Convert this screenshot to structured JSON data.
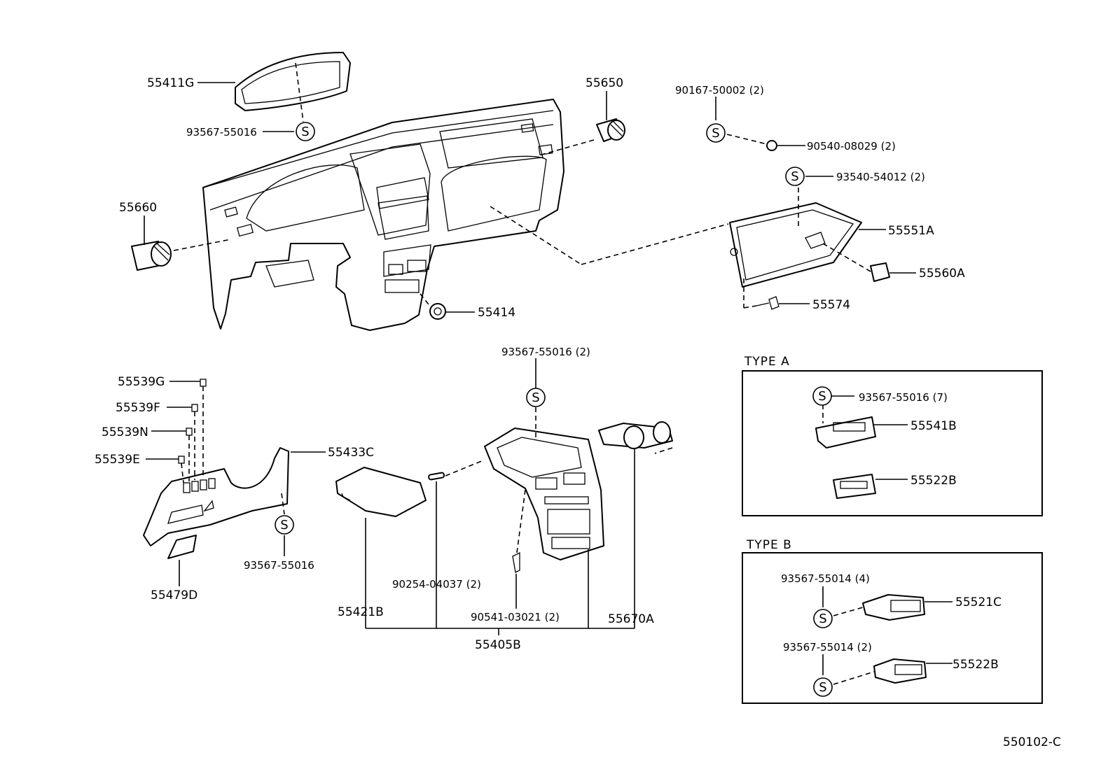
{
  "labels": {
    "p55411G": "55411G",
    "p93567_55016_a": "93567-55016",
    "p55650": "55650",
    "p90167": "90167-50002 (2)",
    "p90540": "90540-08029 (2)",
    "p93540": "93540-54012 (2)",
    "p55660": "55660",
    "p55551A": "55551A",
    "p55560A": "55560A",
    "p55574": "55574",
    "p55414": "55414",
    "p93567_55016_b": "93567-55016 (2)",
    "p55539G": "55539G",
    "p55539F": "55539F",
    "p55539N": "55539N",
    "p55539E": "55539E",
    "p55433C": "55433C",
    "p93567_55016_c": "93567-55016",
    "p55479D": "55479D",
    "p90254": "90254-04037 (2)",
    "p55421B": "55421B",
    "p90541": "90541-03021 (2)",
    "p55405B": "55405B",
    "p55670A": "55670A",
    "p93567_55016_7": "93567-55016 (7)",
    "p55541B": "55541B",
    "p55522B_a": "55522B",
    "p93567_55014_4": "93567-55014 (4)",
    "p55521C": "55521C",
    "p93567_55014_2": "93567-55014 (2)",
    "p55522B_b": "55522B"
  },
  "boxes": {
    "type_a_title": "TYPE A",
    "type_b_title": "TYPE B"
  },
  "symbol": "S",
  "diagram_code": "550102-C"
}
